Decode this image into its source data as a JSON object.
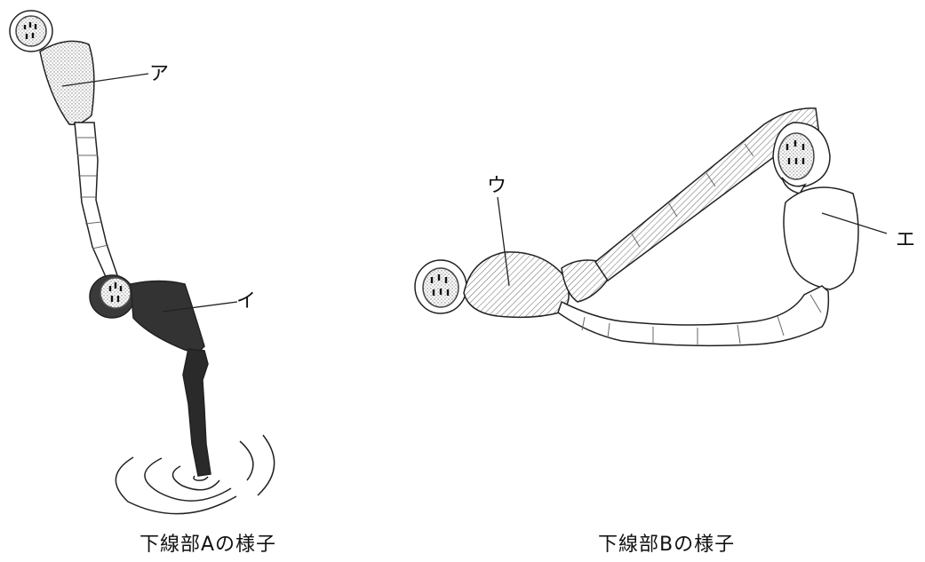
{
  "figure_a": {
    "caption": "下線部Aの様子",
    "labels": {
      "a": "ア",
      "i": "イ"
    }
  },
  "figure_b": {
    "caption": "下線部Bの様子",
    "labels": {
      "u": "ウ",
      "e": "エ"
    }
  }
}
